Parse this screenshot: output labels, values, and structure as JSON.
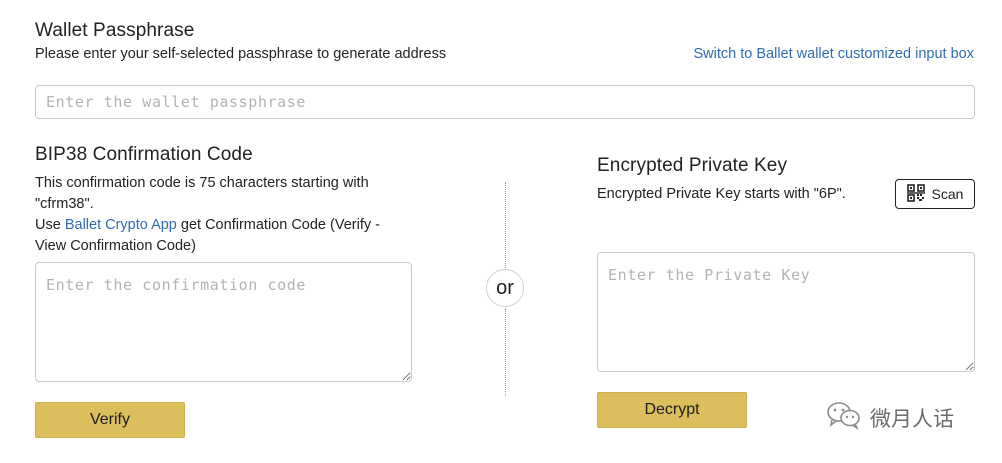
{
  "wallet_passphrase": {
    "title": "Wallet Passphrase",
    "description": "Please enter your self-selected passphrase to generate address",
    "switch_link": "Switch to Ballet wallet customized input box",
    "placeholder": "Enter the wallet passphrase",
    "value": ""
  },
  "bip38": {
    "title": "BIP38 Confirmation Code",
    "description_line1": "This confirmation code is 75 characters starting with",
    "description_line2": "\"cfrm38\".",
    "use_prefix": "Use ",
    "app_link": "Ballet Crypto App",
    "use_suffix_line1": " get Confirmation Code (Verify -",
    "use_suffix_line2": "View Confirmation Code)",
    "placeholder": "Enter the confirmation code",
    "verify_button": "Verify"
  },
  "separator": {
    "or_label": "or"
  },
  "encrypted_key": {
    "title": "Encrypted Private Key",
    "description": "Encrypted Private Key starts with \"6P\".",
    "scan_button": "Scan",
    "scan_icon": "qr-code-icon",
    "placeholder": "Enter the Private Key",
    "decrypt_button": "Decrypt"
  },
  "watermark": {
    "text": "微月人话",
    "icon": "wechat-icon"
  },
  "colors": {
    "accent_gold": "#dcbe5c",
    "link_blue": "#2f6db0"
  }
}
